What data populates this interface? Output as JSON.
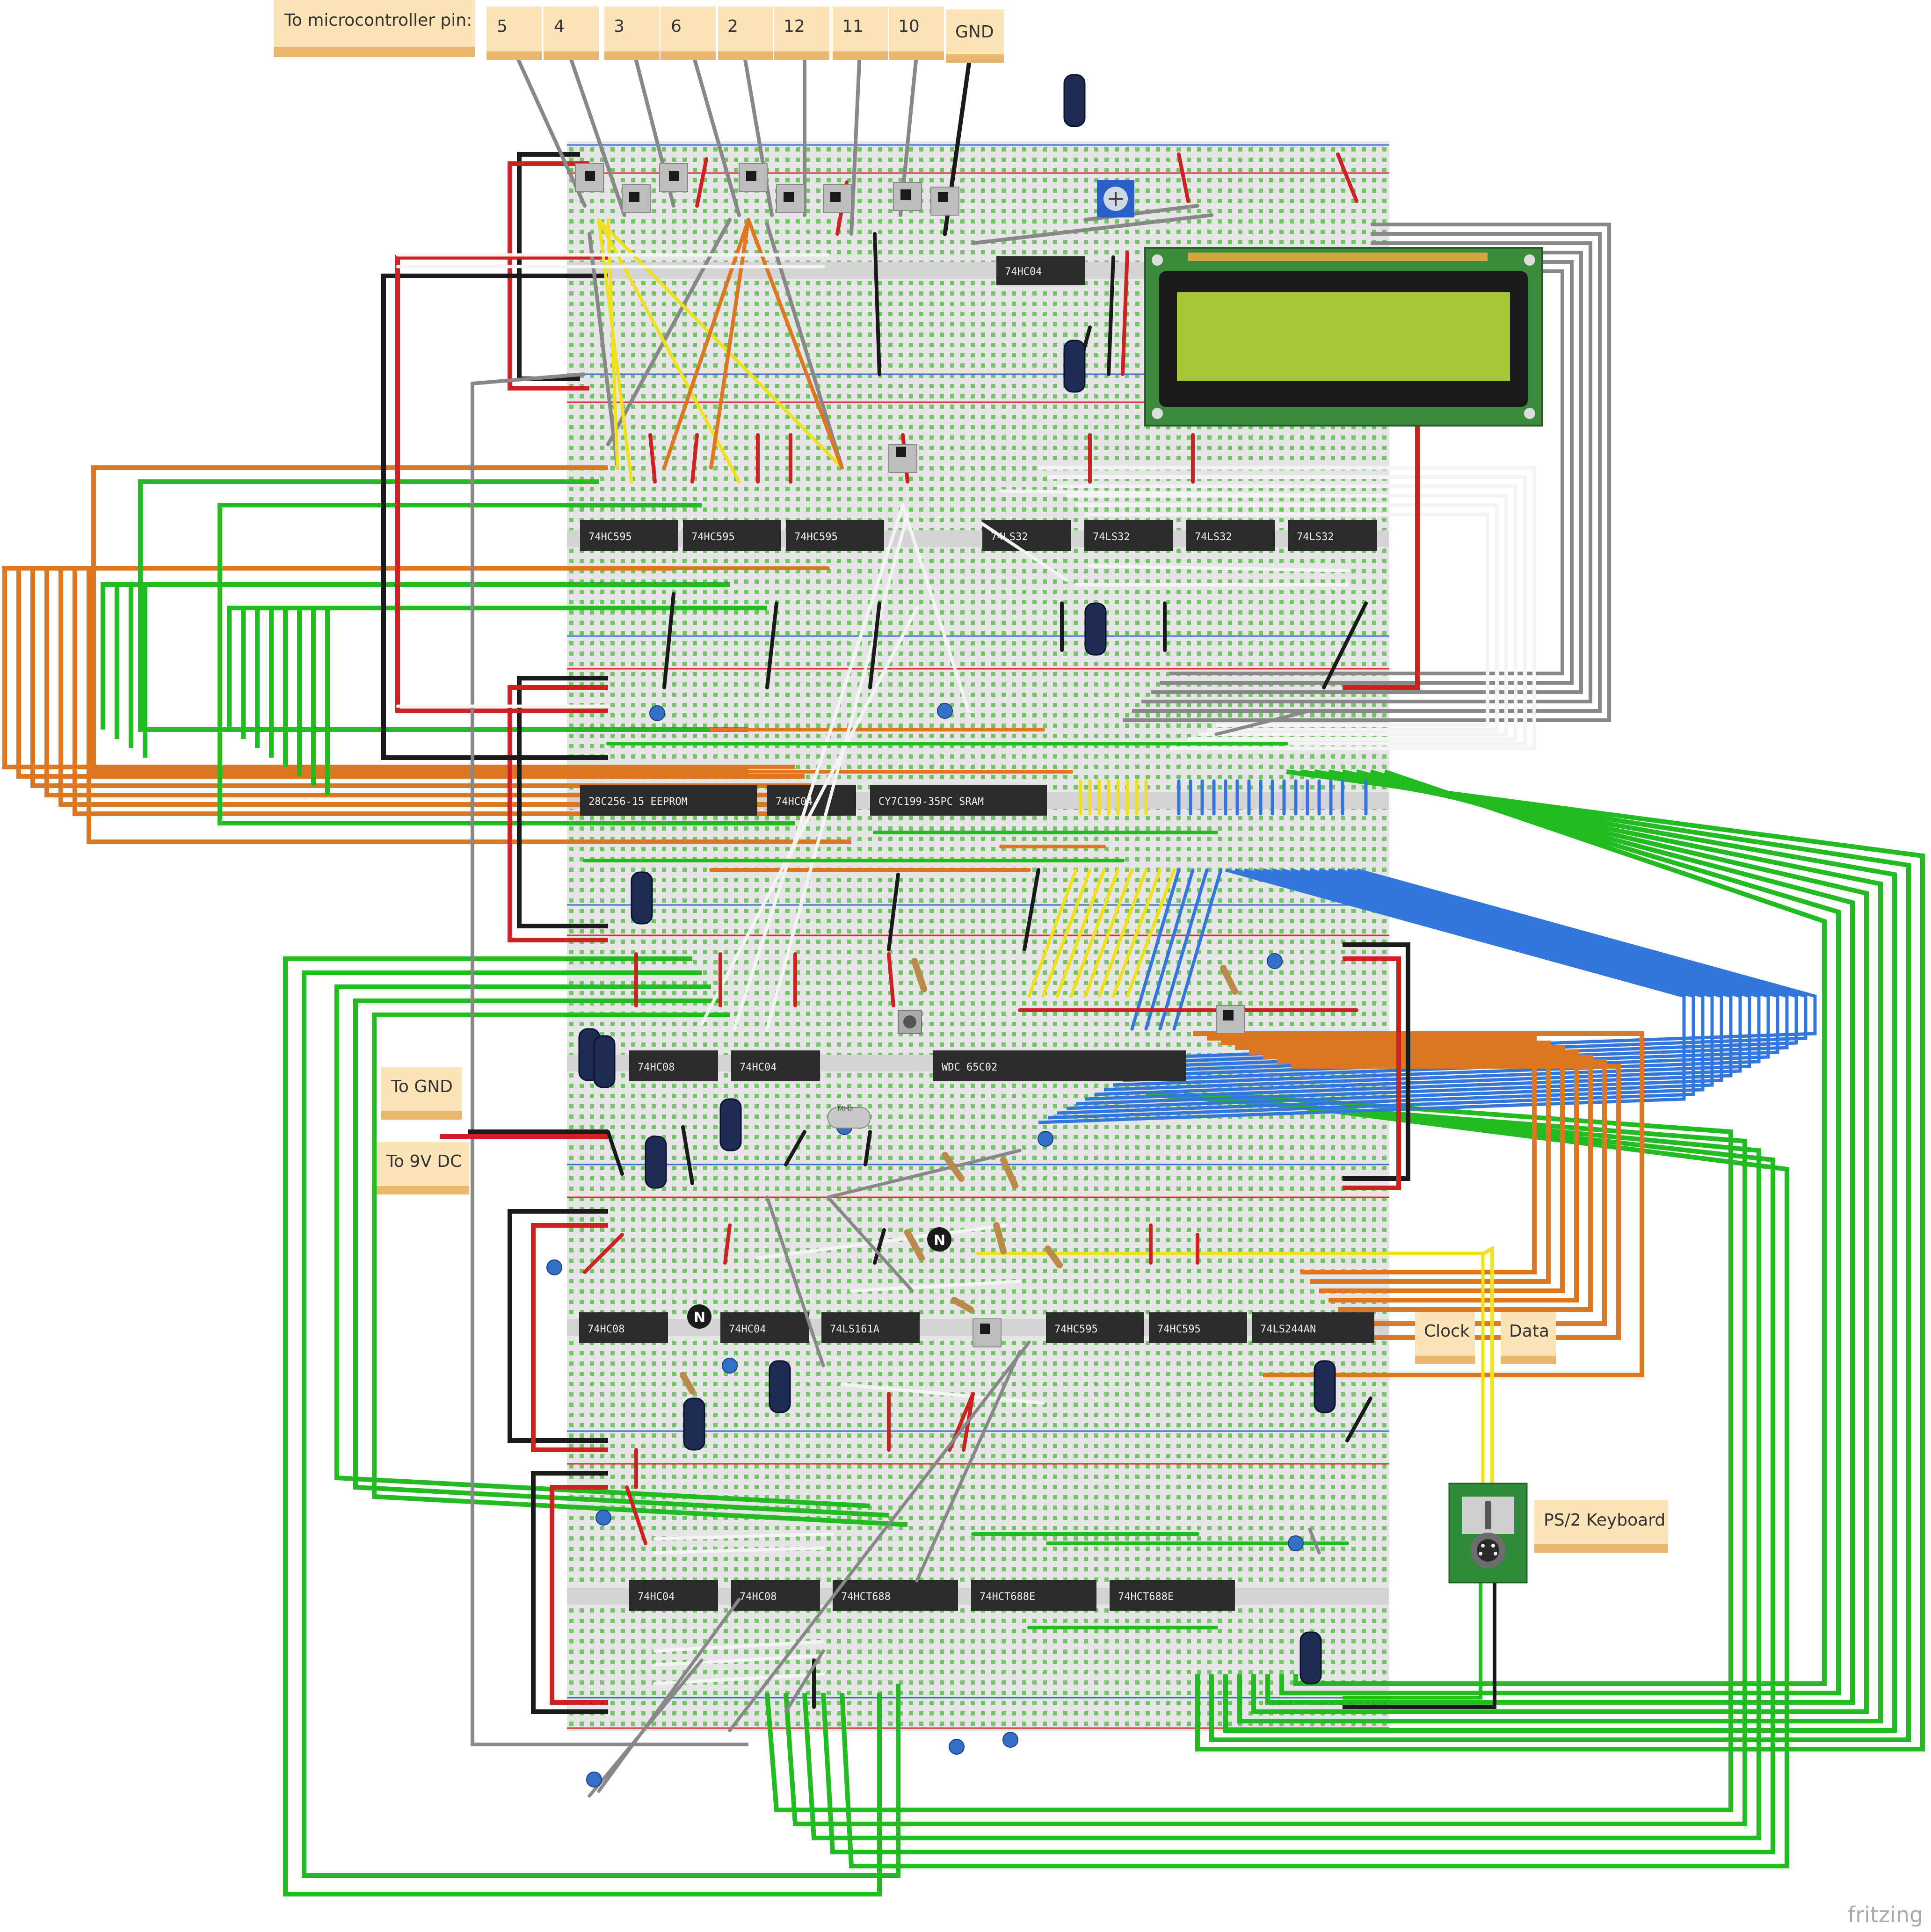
{
  "diagram": {
    "watermark": "fritzing",
    "colors": {
      "background": "#ffffff",
      "breadboard": "#e6e6e6",
      "hole": "#5ac24a",
      "rail_red": "#d93030",
      "rail_blue": "#3a6fd8",
      "note": "#fde4b8",
      "chip": "#2b2b2b",
      "wire_red": "#cc2222",
      "wire_black": "#1a1a1a",
      "wire_green": "#22bb22",
      "wire_orange": "#dd7722",
      "wire_blue": "#3377dd",
      "wire_yellow": "#f0e020",
      "wire_white": "#f4f4f4",
      "wire_gray": "#888888",
      "lcd_board": "#3c8a3c",
      "lcd_screen": "#a7c63a"
    },
    "notes": {
      "mcu_header": "To microcontroller pin:",
      "mcu_pins": [
        "5",
        "4",
        "3",
        "6",
        "2",
        "12",
        "11",
        "10",
        "GND"
      ],
      "to_gnd": "To GND",
      "to_9v": "To 9V DC",
      "clock": "Clock",
      "data": "Data",
      "ps2": "PS/2 Keyboard"
    },
    "chips": {
      "row1": [
        "74HC04"
      ],
      "row2": [
        "74HC595",
        "74HC595",
        "74HC595",
        "74LS32",
        "74LS32",
        "74LS32",
        "74LS32"
      ],
      "row3": [
        "28C256-15 EEPROM",
        "74HC04",
        "CY7C199-35PC SRAM"
      ],
      "row4": [
        "74HC08",
        "74HC04",
        "WDC 65C02"
      ],
      "row5": [
        "74HC08",
        "74HC04",
        "74LS161A",
        "74HC595",
        "74HC595",
        "74LS244AN"
      ],
      "row6": [
        "74HC04",
        "74HC08",
        "74HCT688",
        "74HCT688E",
        "74HCT688E"
      ]
    },
    "parts": {
      "transistor_mark": "N",
      "crystal_mark": "MHz"
    }
  }
}
